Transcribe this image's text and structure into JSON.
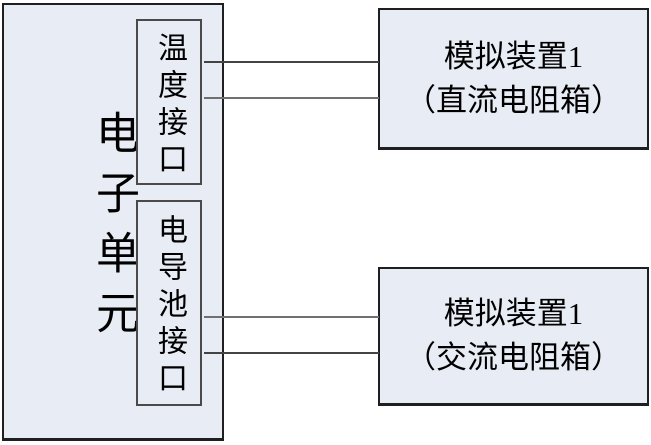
{
  "colors": {
    "canvas_bg": "#ffffff",
    "box_fill": "#e8ecf5",
    "box_border": "#1f1f1f",
    "port_border": "#4a4a4a",
    "wire_dark": "#444444",
    "wire_gray": "#707070",
    "text": "#000000"
  },
  "main_unit": {
    "label": "电子单元",
    "ports": [
      {
        "label": "温度接口"
      },
      {
        "label": "电导池接口"
      }
    ]
  },
  "devices": [
    {
      "name": "模拟装置1",
      "detail": "（直流电阻箱）"
    },
    {
      "name": "模拟装置1",
      "detail": "（交流电阻箱）"
    }
  ]
}
